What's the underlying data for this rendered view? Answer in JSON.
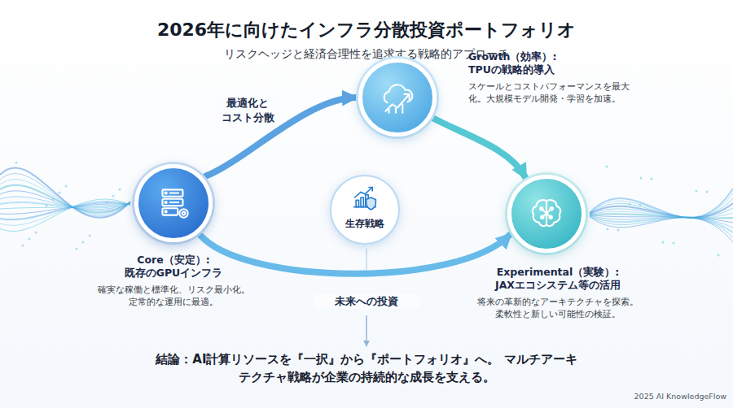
{
  "diagram": {
    "title": "2026年に向けたインフラ分散投資ポートフォリオ",
    "nodes": [
      {
        "text": [
          "Core（安定）: 既存のGPUインフラ",
          "確実な稼働と標準化、リスク最小化。 定常的な運用に最適。"
        ]
      },
      {
        "text": [
          "Growth（効率）: TPUの戦略的導入",
          "スケールとコストパフォーマンスを最大化。大規模モデル開発・学習を加速。"
        ]
      },
      {
        "text": [
          "生存戦略"
        ]
      },
      {
        "text": [
          "Experimental（実験）: JAXエコシステム等の活用",
          "将来の革新的なアーキテクチャを探索。 柔軟性と新しい可能性の検証。"
        ]
      }
    ],
    "edges": [
      {
        "from": 0,
        "to": 1,
        "arrow": "to",
        "label": "最適化と コスト分散"
      },
      {
        "from": 0,
        "to": 3,
        "arrow": "to",
        "label": "未来への投資"
      },
      {
        "from": 1,
        "to": 3,
        "arrow": "to"
      }
    ],
    "labels": [
      "リスクヘッジと経済合理性を追求する戦略的アプローチ",
      "結論：AI計算リソースを『一択』から『ポートフォリオ』へ。 マルチアーキテクチャ戦略が企業の持続的な成長を支える。",
      "2025 AI KnowledgeFlow"
    ]
  }
}
